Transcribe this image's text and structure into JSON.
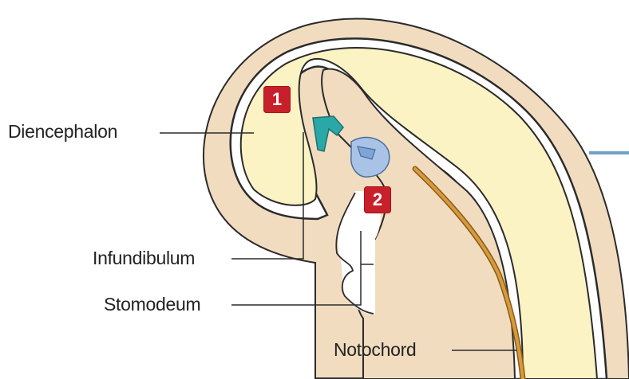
{
  "labels": {
    "diencephalon": "Diencephalon",
    "infundibulum": "Infundibulum",
    "stomodeum": "Stomodeum",
    "notochord": "Notochord"
  },
  "badges": {
    "one": "1",
    "two": "2"
  },
  "colors": {
    "brain_fill": "#fbf3c4",
    "tissue_fill": "#f1dcc0",
    "outline": "#2b2b2b",
    "infundibulum_teal": "#2aa8a8",
    "rathke_pouch_blue": "#a9c3e6",
    "notochord_orange": "#c98a2a",
    "badge_red": "#c8202a",
    "accent_line_blue": "#6fa3c7"
  }
}
